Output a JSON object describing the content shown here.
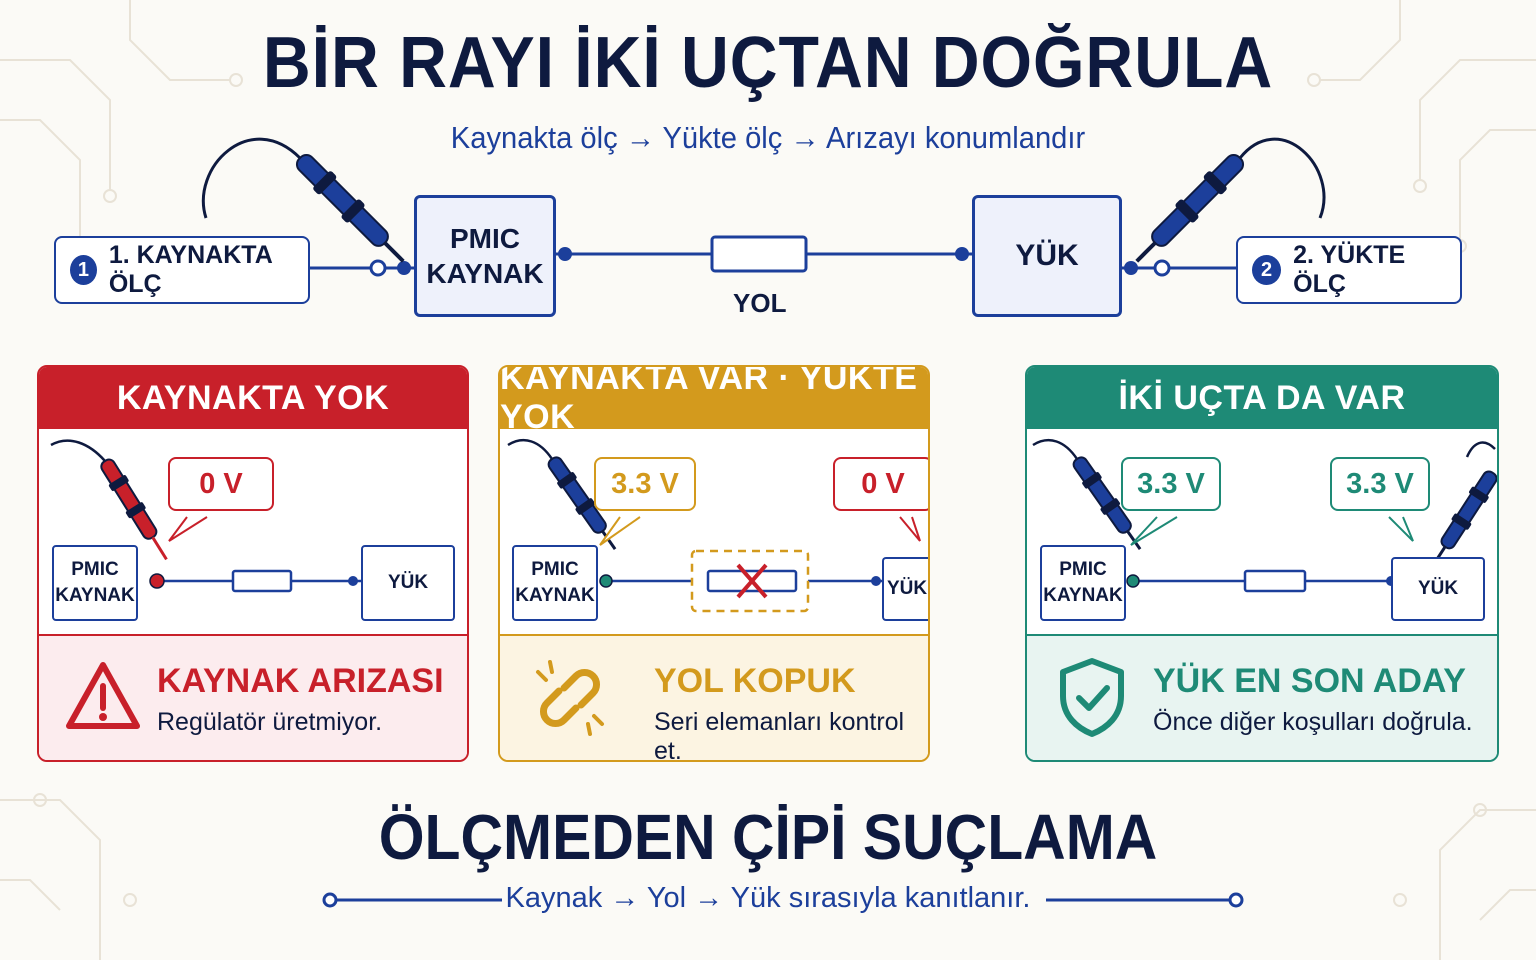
{
  "title": "BİR RAYI İKİ UÇTAN DOĞRULA",
  "subtitle": "Kaynakta ölç → Yükte ölç → Arızayı konumlandır",
  "top_diagram": {
    "step1": {
      "number": "1",
      "label": "1. KAYNAKTA ÖLÇ"
    },
    "step2": {
      "number": "2",
      "label": "2. YÜKTE ÖLÇ"
    },
    "source_line1": "PMIC",
    "source_line2": "KAYNAK",
    "path_label": "YOL",
    "load_label": "YÜK"
  },
  "panels": [
    {
      "header": "KAYNAKTA YOK",
      "source_line1": "PMIC",
      "source_line2": "KAYNAK",
      "load_label": "YÜK",
      "source_reading": "0 V",
      "result_title": "KAYNAK ARIZASI",
      "result_text": "Regülatör üretmiyor.",
      "icon": "warning-icon"
    },
    {
      "header": "KAYNAKTA VAR · YÜKTE YOK",
      "source_line1": "PMIC",
      "source_line2": "KAYNAK",
      "load_label": "YÜK",
      "source_reading": "3.3 V",
      "load_reading": "0 V",
      "result_title": "YOL KOPUK",
      "result_text": "Seri elemanları kontrol et.",
      "icon": "broken-link-icon"
    },
    {
      "header": "İKİ UÇTA DA VAR",
      "source_line1": "PMIC",
      "source_line2": "KAYNAK",
      "load_label": "YÜK",
      "source_reading": "3.3 V",
      "load_reading": "3.3 V",
      "result_title": "YÜK EN SON ADAY",
      "result_text": "Önce diğer koşulları doğrula.",
      "icon": "shield-check-icon"
    }
  ],
  "footer": {
    "title": "ÖLÇMEDEN ÇİPİ SUÇLAMA",
    "subtitle": "Kaynak → Yol → Yük sırasıyla kanıtlanır."
  },
  "colors": {
    "navy": "#0e1a3f",
    "blue": "#1c3f9b",
    "red": "#c8202a",
    "amber": "#d39a1d",
    "teal": "#1e8a76"
  }
}
